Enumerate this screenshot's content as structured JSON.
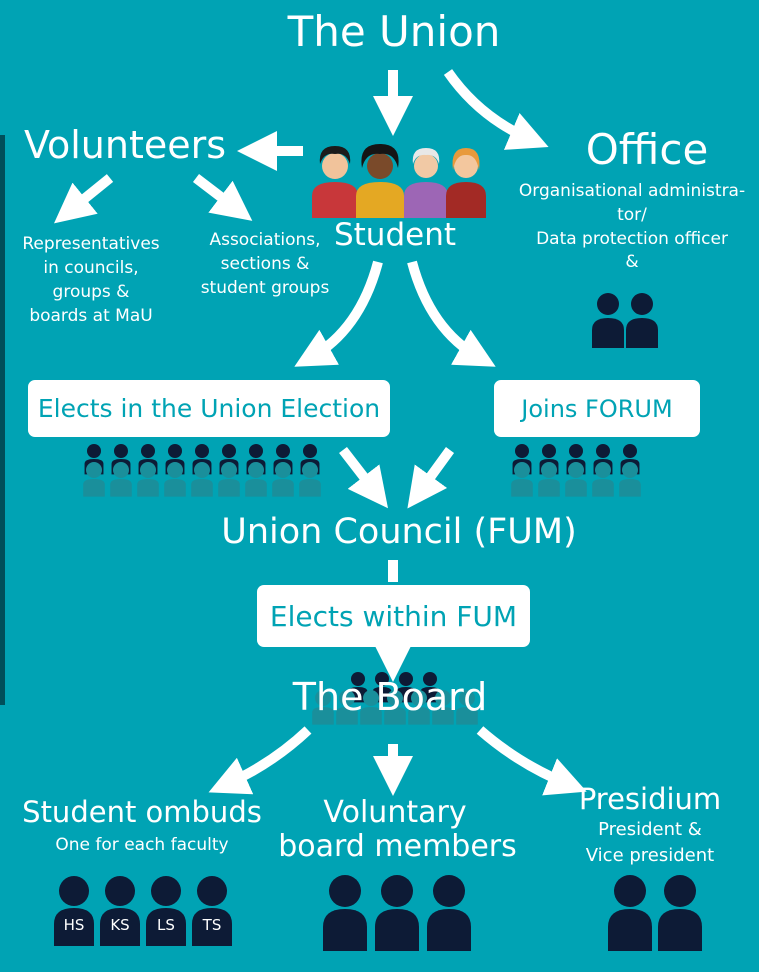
{
  "diagram": {
    "top": {
      "title": "The Union"
    },
    "volunteers": {
      "title": "Volunteers",
      "left_text": [
        "Representatives",
        "in councils,",
        "groups &",
        "boards at MaU"
      ],
      "right_text": [
        "Associations,",
        "sections &",
        "student groups"
      ]
    },
    "student": {
      "title": "Student"
    },
    "office": {
      "title": "Office",
      "lines": [
        "Organisational administra-",
        "tor/",
        "Data protection officer",
        "&"
      ]
    },
    "elects_union_election": "Elects in the Union Election",
    "joins_forum": "Joins FORUM",
    "union_council": "Union Council (FUM)",
    "elects_within_fum": "Elects within FUM",
    "board": "The Board",
    "student_ombuds": {
      "title": "Student ombuds",
      "subtitle": "One for each faculty",
      "labels": [
        "HS",
        "KS",
        "LS",
        "TS"
      ]
    },
    "voluntary": {
      "line1": "Voluntary",
      "line2": "board members"
    },
    "presidium": {
      "title": "Presidium",
      "line1": "President &",
      "line2": "Vice president"
    }
  },
  "colors": {
    "background": "#00a3b4",
    "navy": "#0d1b36",
    "white": "#ffffff",
    "teal_figure": "#1a8f9b"
  }
}
